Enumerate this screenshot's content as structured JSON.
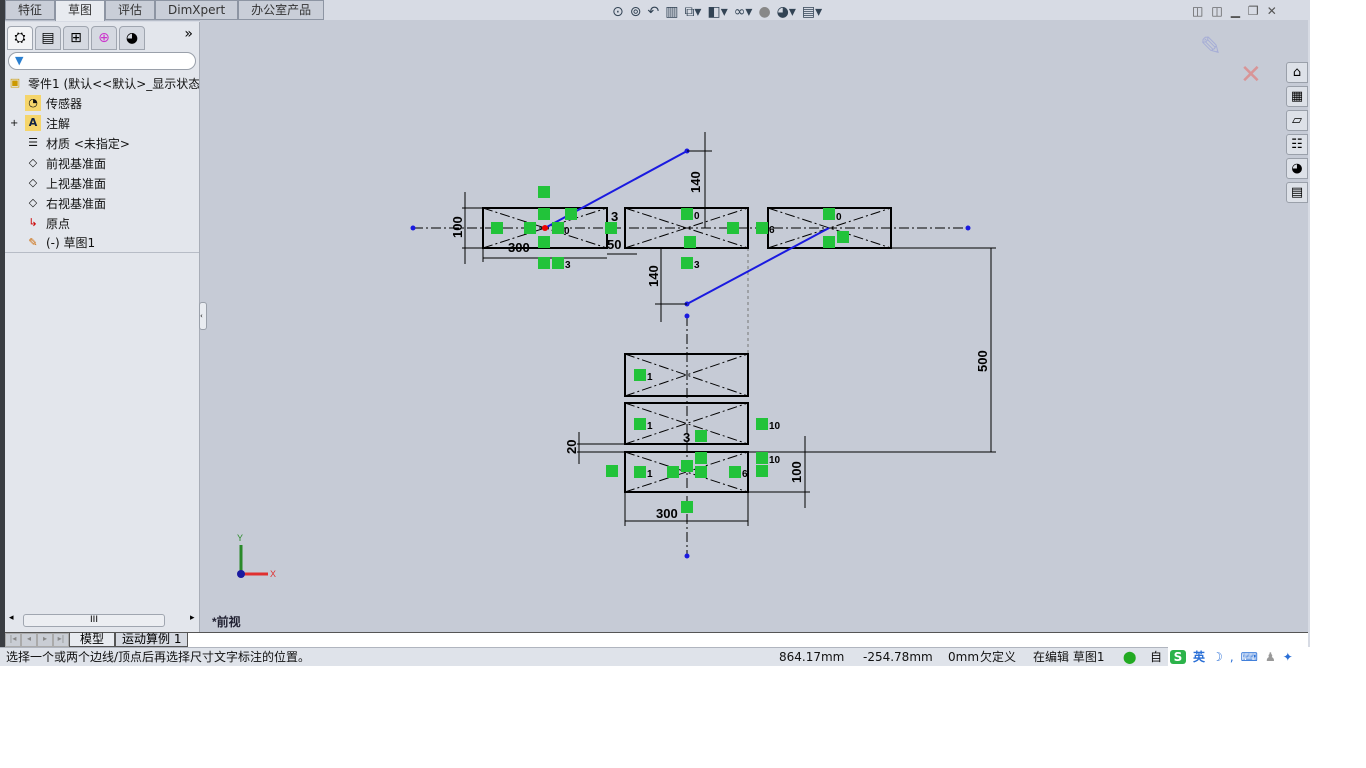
{
  "tabs": [
    "特征",
    "草图",
    "评估",
    "DimXpert",
    "办公室产品"
  ],
  "active_tab": "草图",
  "panel_tabs": [
    "feature-manager",
    "property-manager",
    "configuration-manager",
    "dimxpert-manager",
    "display-manager"
  ],
  "panel_more": "»",
  "filter_icon": "▼",
  "tree": [
    {
      "label": "零件1  (默认<<默认>_显示状态",
      "icon": "part-icon"
    },
    {
      "label": "传感器",
      "icon": "sensor-icon"
    },
    {
      "label": "注解",
      "icon": "annotation-icon",
      "expander": "+"
    },
    {
      "label": "材质 <未指定>",
      "icon": "material-icon"
    },
    {
      "label": "前视基准面",
      "icon": "plane-icon"
    },
    {
      "label": "上视基准面",
      "icon": "plane-icon"
    },
    {
      "label": "右视基准面",
      "icon": "plane-icon"
    },
    {
      "label": "原点",
      "icon": "origin-icon"
    },
    {
      "label": "(-) 草图1",
      "icon": "sketch-icon"
    }
  ],
  "scroll_thumb": "III",
  "bottom_tabs": [
    "模型",
    "运动算例 1"
  ],
  "view_label": "*前视",
  "axis": {
    "x": "X",
    "y": "Y"
  },
  "dimensions": {
    "d140a": "140",
    "d140b": "140",
    "d100a": "100",
    "d300a": "300",
    "d50": "50",
    "d500": "500",
    "d20": "20",
    "d100b": "100",
    "d300b": "300",
    "d3a": "3",
    "d3b": "3"
  },
  "relations": {
    "r0": "0",
    "r3": "3",
    "r6": "6",
    "r1": "1",
    "r10": "10"
  },
  "status": {
    "message": "选择一个或两个边线/顶点后再选择尺寸文字标注的位置。",
    "x": "864.17mm",
    "y": "-254.78mm",
    "z": "0mm",
    "state": "欠定义",
    "editing": "在编辑 草图1",
    "extra": "自"
  },
  "ime": {
    "logo": "S",
    "lang": "英"
  },
  "colors": {
    "viewport": "#c6cbd6",
    "relation": "#22c33a",
    "construction": "#1a1ae0"
  }
}
